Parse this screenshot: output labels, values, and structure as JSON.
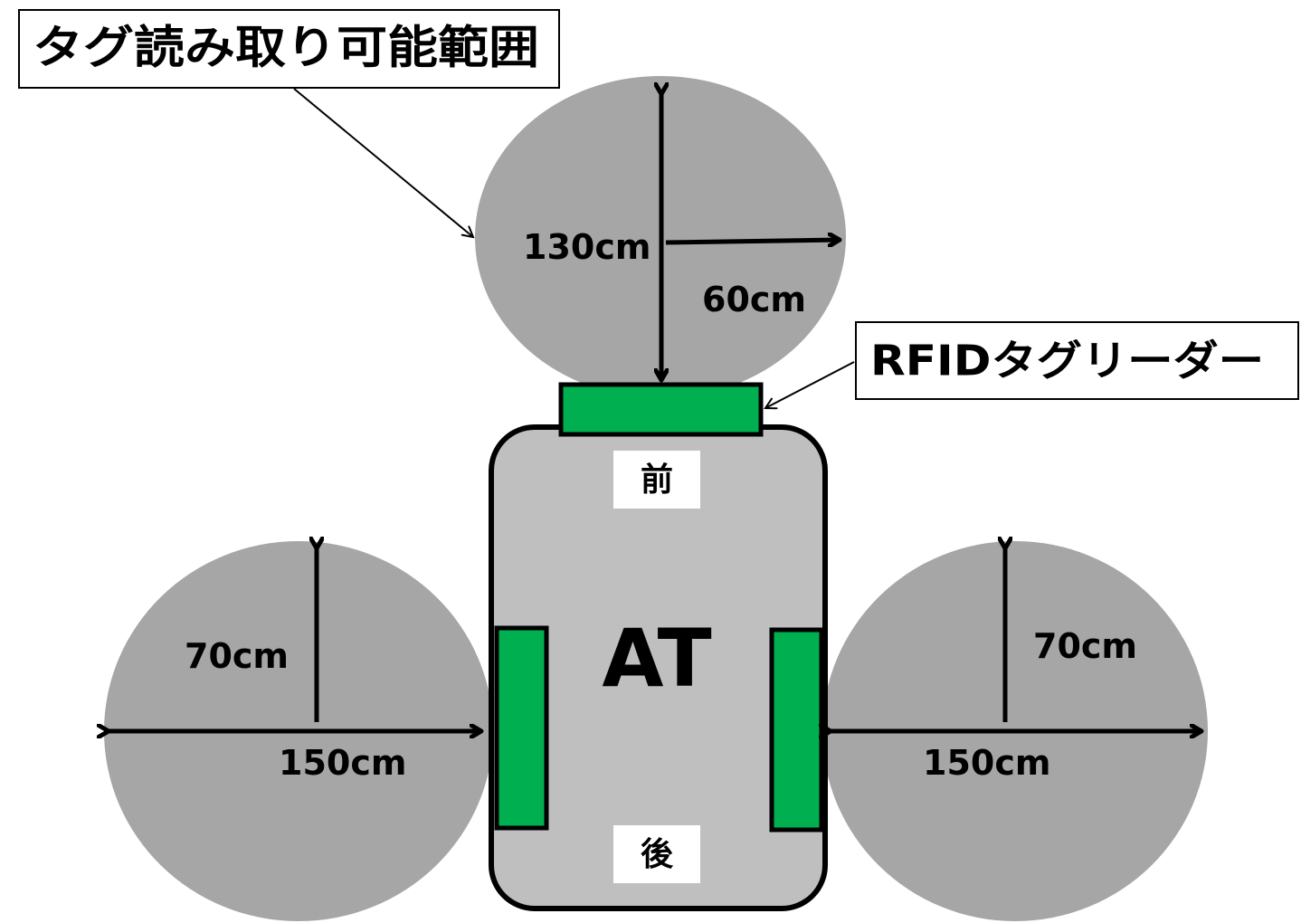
{
  "title_box": {
    "text": "タグ読み取り可能範囲"
  },
  "reader_box": {
    "text": "RFIDタグリーダー"
  },
  "vehicle": {
    "name": "AT",
    "front": "前",
    "rear": "後"
  },
  "dimensions": {
    "front_length": "130cm",
    "front_radius": "60cm",
    "left_radius": "70cm",
    "left_width": "150cm",
    "right_radius": "70cm",
    "right_width": "150cm"
  },
  "colors": {
    "range_fill": "#a6a6a6",
    "vehicle_fill": "#bfbfbf",
    "antenna_fill": "#00b050",
    "stroke": "#000000"
  }
}
